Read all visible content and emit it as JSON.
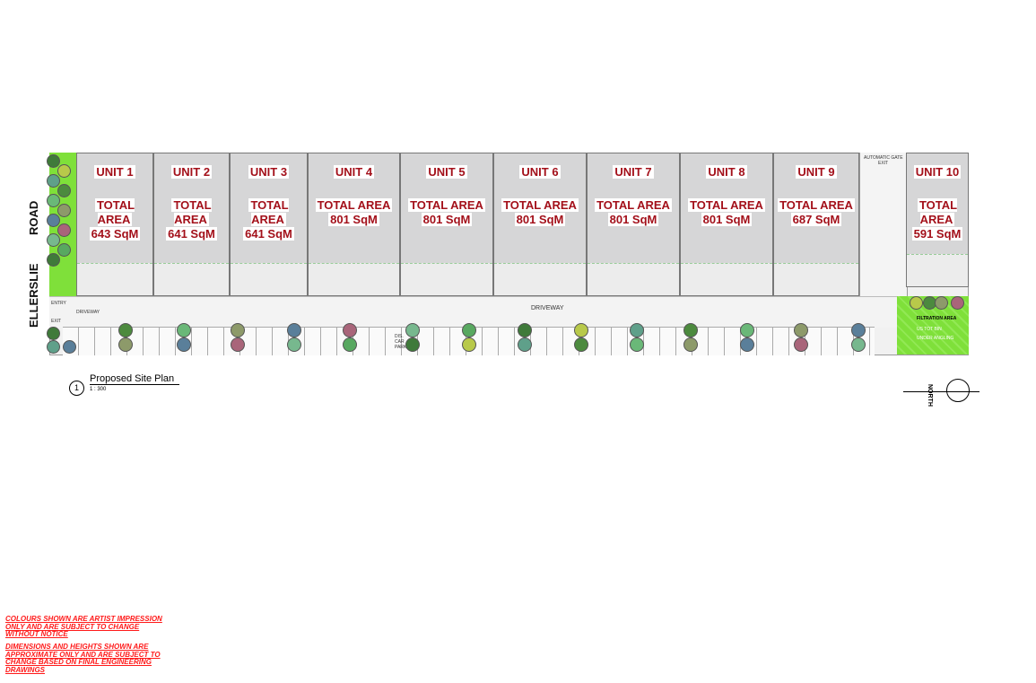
{
  "road_name": [
    "ROAD",
    "ELLERSLIE"
  ],
  "units": [
    {
      "name": "UNIT 1",
      "area_label": "TOTAL AREA",
      "area": "643 SqM"
    },
    {
      "name": "UNIT 2",
      "area_label": "TOTAL AREA",
      "area": "641 SqM"
    },
    {
      "name": "UNIT 3",
      "area_label": "TOTAL AREA",
      "area": "641 SqM"
    },
    {
      "name": "UNIT 4",
      "area_label": "TOTAL AREA",
      "area": "801 SqM"
    },
    {
      "name": "UNIT 5",
      "area_label": "TOTAL AREA",
      "area": "801 SqM"
    },
    {
      "name": "UNIT 6",
      "area_label": "TOTAL AREA",
      "area": "801 SqM"
    },
    {
      "name": "UNIT 7",
      "area_label": "TOTAL AREA",
      "area": "801 SqM"
    },
    {
      "name": "UNIT 8",
      "area_label": "TOTAL AREA",
      "area": "801 SqM"
    },
    {
      "name": "UNIT 9",
      "area_label": "TOTAL AREA",
      "area": "687 SqM"
    },
    {
      "name": "UNIT 10",
      "area_label": "TOTAL AREA",
      "area": "591 SqM"
    }
  ],
  "labels": {
    "entry": "ENTRY",
    "exit": "EXIT",
    "driveway": "DRIVEWAY",
    "gate": "AUTOMATIC GATE",
    "gate_exit": "EXIT",
    "filtration": "FILTRATION AREA",
    "bin1": "US TOT BIN",
    "bin2": "UNDER ANGLING",
    "disabled": "DIS. CAR PARK"
  },
  "title": {
    "number": "1",
    "name": "Proposed Site Plan",
    "scale": "1 : 300"
  },
  "north": "NORTH",
  "disclaimers": [
    "COLOURS SHOWN ARE ARTIST IMPRESSION ONLY AND ARE SUBJECT TO CHANGE WITHOUT NOTICE",
    "DIMENSIONS AND HEIGHTS SHOWN ARE APPROXIMATE ONLY AND ARE SUBJECT TO CHANGE BASED ON FINAL ENGINEERING DRAWINGS"
  ],
  "colors": {
    "unit_text": "#a3101a",
    "landscape": "#7fe03a",
    "disclaimer": "#ff1a1a"
  }
}
